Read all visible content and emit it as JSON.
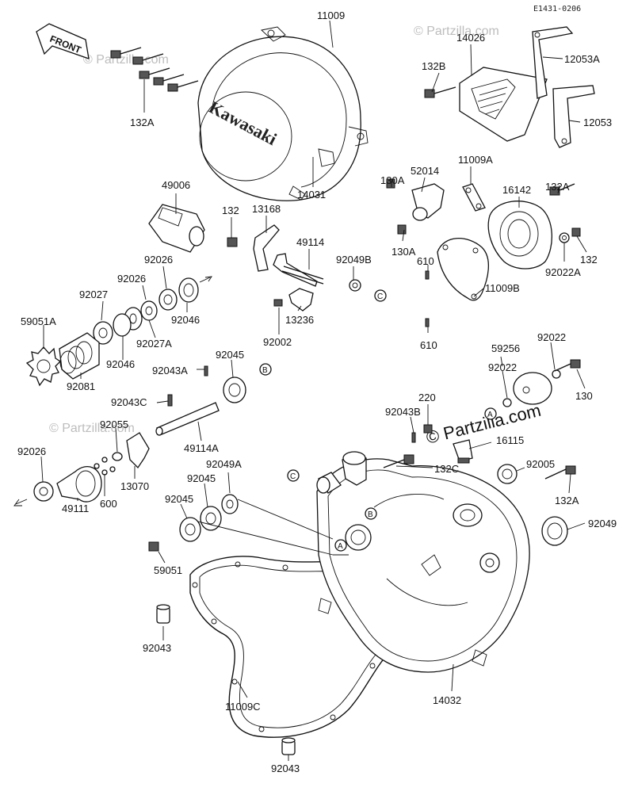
{
  "diagram": {
    "ref_code": "E1431-0206",
    "front_label": "FRONT",
    "cover_logo": "Kawasaki",
    "watermark": "© Partzilla.com",
    "callout_letters": {
      "a": "A",
      "b": "B",
      "c": "C"
    },
    "parts": {
      "p11009": "11009",
      "p14026": "14026",
      "p132b": "132B",
      "p12053a": "12053A",
      "p132a_top": "132A",
      "p12053": "12053",
      "p49006": "49006",
      "p14031": "14031",
      "p11009a": "11009A",
      "p130a_1": "130A",
      "p52014": "52014",
      "p16142": "16142",
      "p132a_2": "132A",
      "p132_1": "132",
      "p13168": "13168",
      "p49114": "49114",
      "p130a_2": "130A",
      "p610_1": "610",
      "p92049b": "92049B",
      "p132_2": "132",
      "p92022a": "92022A",
      "p11009b": "11009B",
      "p92026_1": "92026",
      "p92026_2": "92026",
      "p92027": "92027",
      "p92046_1": "92046",
      "p59051a": "59051A",
      "p92027a": "92027A",
      "p13236": "13236",
      "p92002": "92002",
      "p610_2": "610",
      "p92046_2": "92046",
      "p92081": "92081",
      "p92045_1": "92045",
      "p92043a": "92043A",
      "p92022_1": "92022",
      "p59256": "59256",
      "p92022_2": "92022",
      "p130": "130",
      "p92043c": "92043C",
      "p220": "220",
      "p92043b": "92043B",
      "p49114a": "49114A",
      "p92055": "92055",
      "p16115": "16115",
      "p92026_3": "92026",
      "p13070": "13070",
      "p600": "600",
      "p49111": "49111",
      "p132c": "132C",
      "p92005": "92005",
      "p92049a": "92049A",
      "p92045_2": "92045",
      "p92045_3": "92045",
      "p132a_3": "132A",
      "p92049": "92049",
      "p59051": "59051",
      "p92043_1": "92043",
      "p14032": "14032",
      "p11009c": "11009C",
      "p92043_2": "92043"
    }
  }
}
